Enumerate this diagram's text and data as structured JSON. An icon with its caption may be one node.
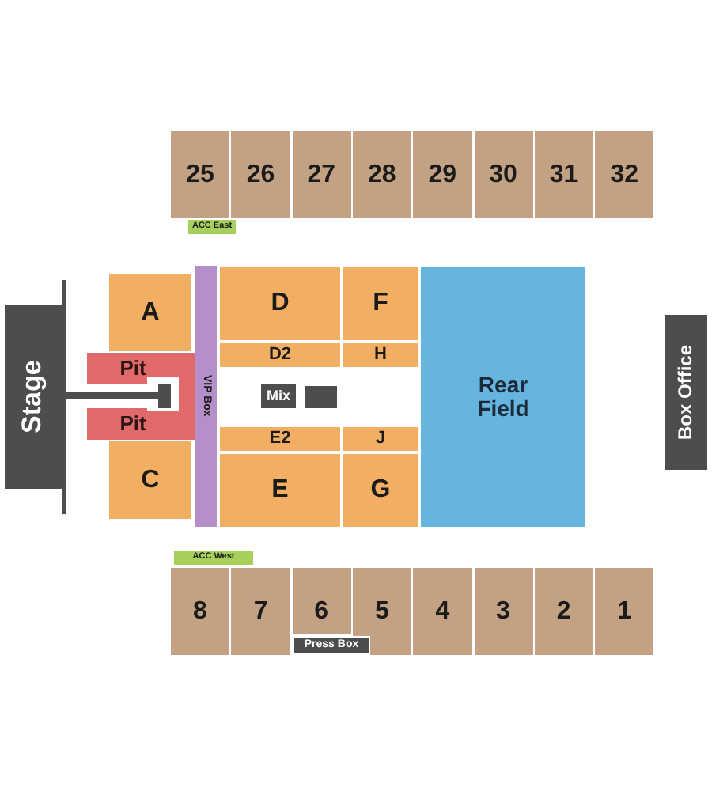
{
  "diagram": {
    "nodes": [
      {
        "text": [
          "25"
        ]
      },
      {
        "text": [
          "26"
        ]
      },
      {
        "text": [
          "27"
        ]
      },
      {
        "text": [
          "28"
        ]
      },
      {
        "text": [
          "29"
        ]
      },
      {
        "text": [
          "30"
        ]
      },
      {
        "text": [
          "31"
        ]
      },
      {
        "text": [
          "32"
        ]
      },
      {
        "text": [
          "ACC East"
        ]
      },
      {
        "text": [
          "Stage"
        ]
      },
      {
        "text": [
          "A"
        ]
      },
      {
        "text": [
          "VIP Box"
        ]
      },
      {
        "text": [
          "D"
        ]
      },
      {
        "text": [
          "F"
        ]
      },
      {
        "text": [
          "Rear Field"
        ]
      },
      {
        "text": [
          "D2"
        ]
      },
      {
        "text": [
          "H"
        ]
      },
      {
        "text": [
          "Pit",
          "Pit"
        ]
      },
      {
        "text": [
          "Mix"
        ]
      },
      {
        "text": [],
        "shape": "box"
      },
      {
        "text": [
          "Box Office"
        ]
      },
      {
        "text": [
          "E2"
        ]
      },
      {
        "text": [
          "J"
        ]
      },
      {
        "text": [
          "C"
        ]
      },
      {
        "text": [
          "E"
        ]
      },
      {
        "text": [
          "G"
        ]
      },
      {
        "text": [
          "ACC West"
        ]
      },
      {
        "text": [
          "8"
        ]
      },
      {
        "text": [
          "7"
        ]
      },
      {
        "text": [
          "6"
        ]
      },
      {
        "text": [
          "5"
        ]
      },
      {
        "text": [
          "4"
        ]
      },
      {
        "text": [
          "3"
        ]
      },
      {
        "text": [
          "2"
        ]
      },
      {
        "text": [
          "1"
        ]
      },
      {
        "text": [
          "Press Box"
        ]
      }
    ]
  }
}
